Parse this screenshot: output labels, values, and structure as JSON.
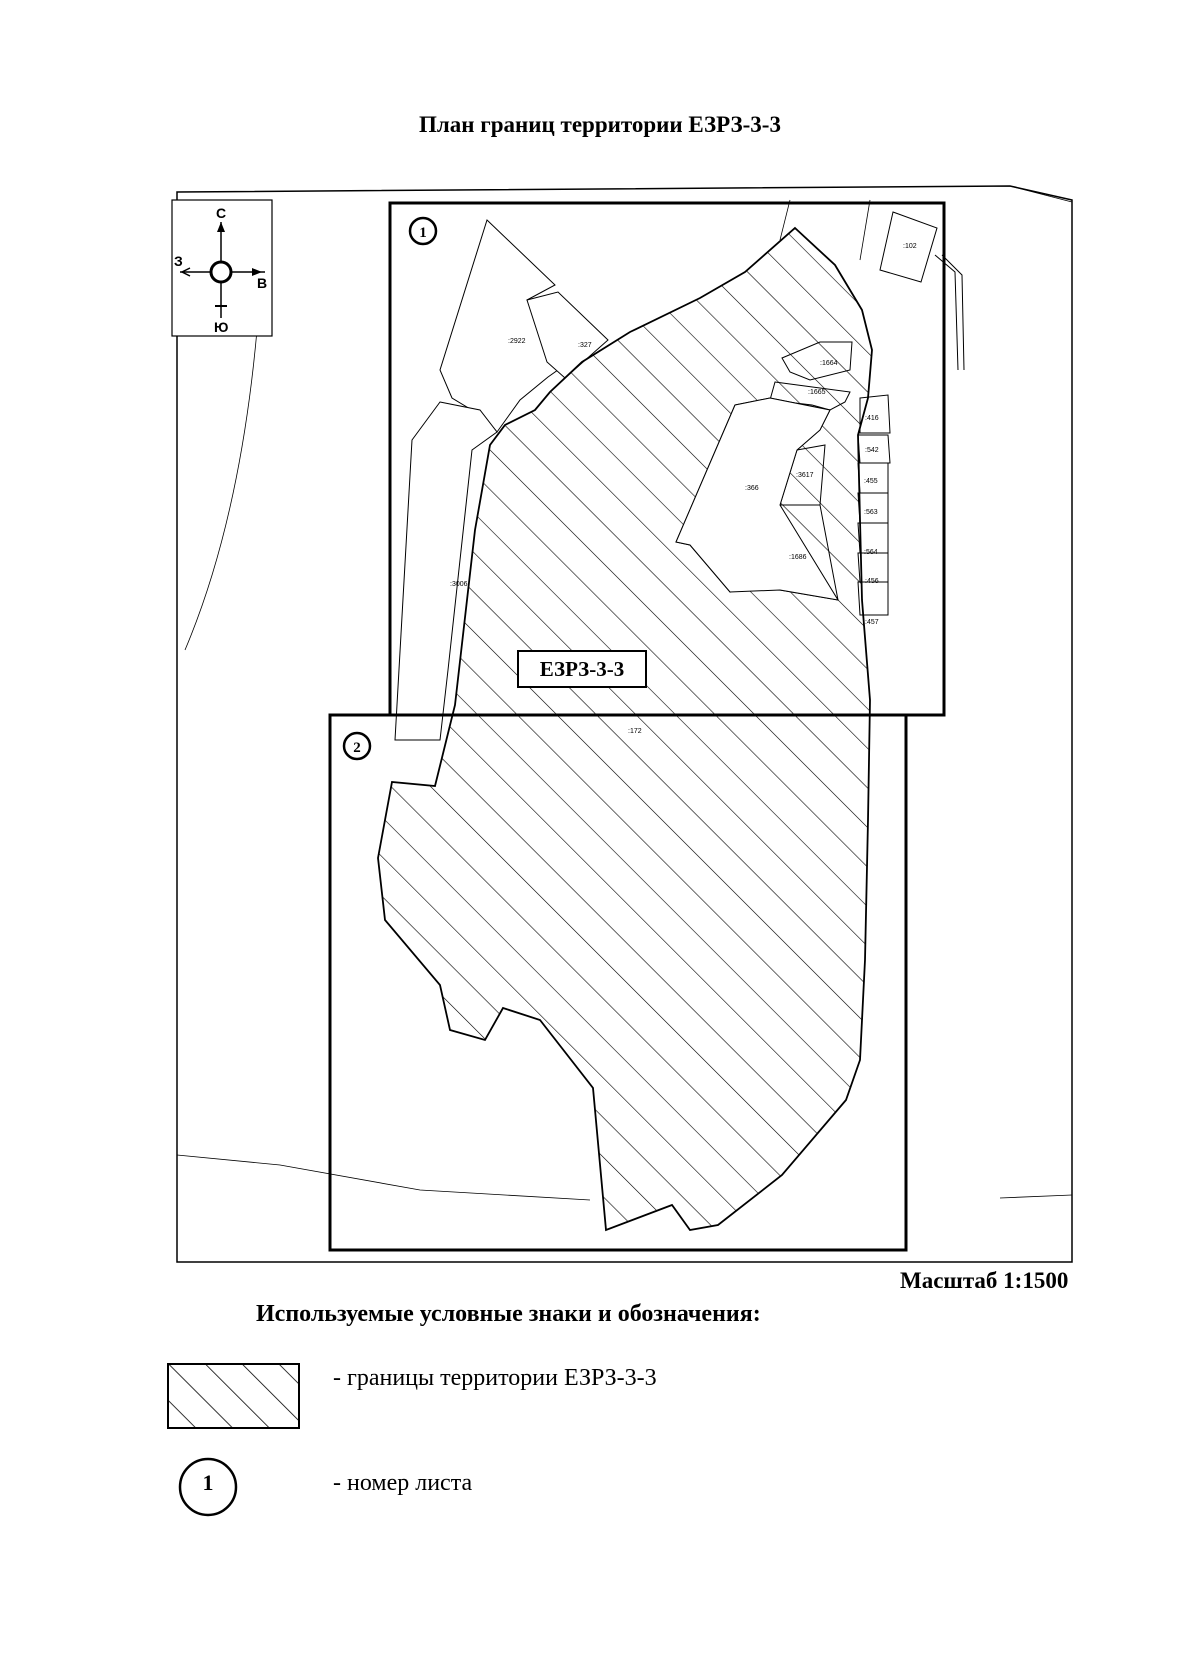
{
  "title": "План границ территории ЕЗРЗ-3-3",
  "scale": "Масштаб 1:1500",
  "compass": {
    "north": "С",
    "south": "Ю",
    "west": "З",
    "east": "В"
  },
  "zone_label": "ЕЗРЗ-3-3",
  "sheets": [
    "1",
    "2"
  ],
  "parcels": [
    ":2922",
    ":327",
    ":102",
    ":1664",
    ":1665",
    ":416",
    ":542",
    ":455",
    ":3617",
    ":366",
    ":563",
    ":564",
    ":1686",
    ":456",
    ":457",
    ":3006",
    ":172"
  ],
  "legend": {
    "title": "Используемые условные знаки и обозначения:",
    "items": [
      {
        "symbol": "hatched-area",
        "text": "- границы территории ЕЗРЗ-3-3"
      },
      {
        "symbol": "circle",
        "number": "1",
        "text": "- номер листа"
      }
    ]
  },
  "colors": {
    "ink": "#000000",
    "paper": "#ffffff"
  }
}
